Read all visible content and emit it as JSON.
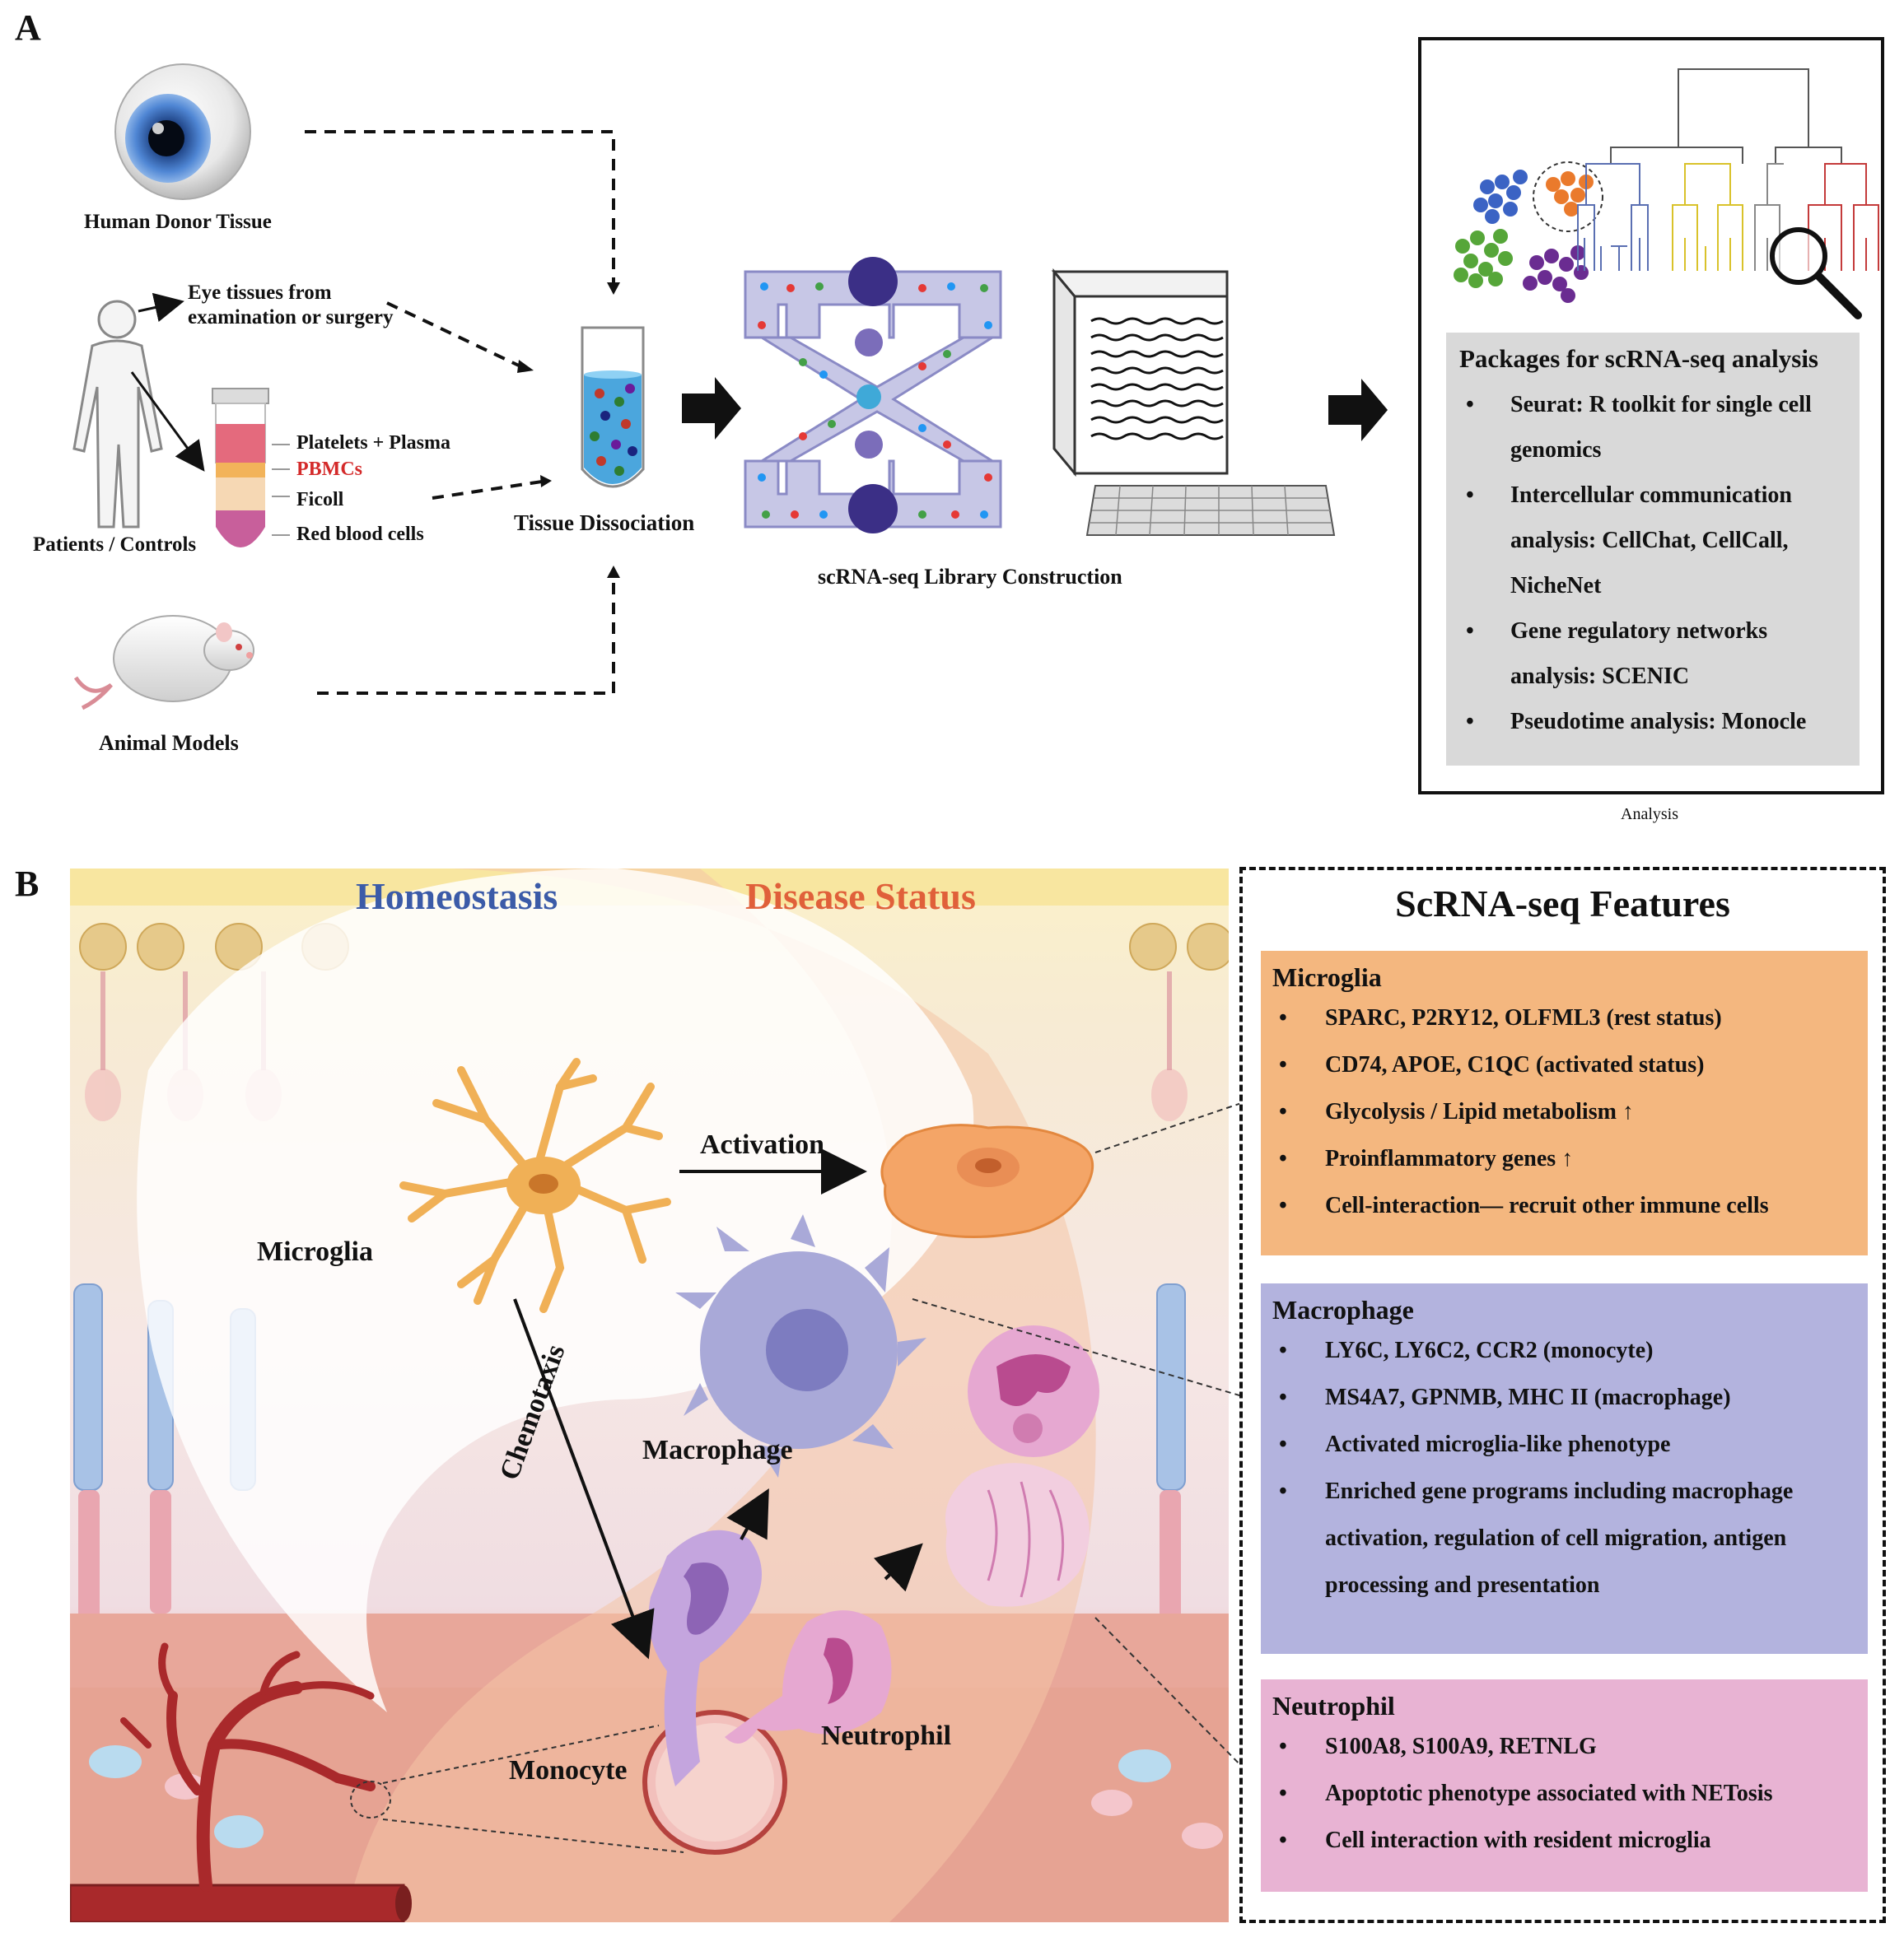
{
  "panelA": {
    "letter": "A",
    "sources": {
      "human_donor": "Human Donor Tissue",
      "eye_tissues_line1": "Eye tissues from",
      "eye_tissues_line2": "examination or surgery",
      "patients": "Patients / Controls",
      "animal_models": "Animal Models"
    },
    "blood_layers": [
      "Platelets + Plasma",
      "PBMCs",
      "Ficoll",
      "Red blood cells"
    ],
    "tissue_dissociation": "Tissue Dissociation",
    "library_construction": "scRNA-seq Library Construction",
    "analysis_caption": "Analysis",
    "packages": {
      "title": "Packages for scRNA-seq analysis",
      "items": [
        "Seurat: R toolkit for single cell genomics",
        "Intercellular communication analysis: CellChat, CellCall, NicheNet",
        "Gene regulatory networks analysis: SCENIC",
        "Pseudotime analysis: Monocle"
      ]
    }
  },
  "panelB": {
    "letter": "B",
    "homeostasis": "Homeostasis",
    "disease_status": "Disease Status",
    "cells": {
      "microglia": "Microglia",
      "activation": "Activation",
      "chemotaxis": "Chemotaxis",
      "macrophage": "Macrophage",
      "neutrophil": "Neutrophil",
      "monocyte": "Monocyte"
    },
    "features": {
      "title": "ScRNA-seq Features",
      "groups": [
        {
          "name": "Microglia",
          "color": "#f4b77f",
          "items": [
            "SPARC, P2RY12, OLFML3 (rest status)",
            "CD74, APOE, C1QC (activated status)",
            "Glycolysis / Lipid metabolism ↑",
            "Proinflammatory genes ↑",
            "Cell-interaction— recruit other immune cells"
          ]
        },
        {
          "name": "Macrophage",
          "color": "#b3b3de",
          "items": [
            "LY6C, LY6C2, CCR2 (monocyte)",
            "MS4A7, GPNMB, MHC II (macrophage)",
            "Activated microglia-like phenotype",
            "Enriched gene programs including macrophage activation, regulation of cell migration, antigen processing and presentation"
          ]
        },
        {
          "name": "Neutrophil",
          "color": "#e8b3d3",
          "items": [
            "S100A8, S100A9, RETNLG",
            "Apoptotic phenotype associated with NETosis",
            "Cell interaction with resident microglia"
          ]
        }
      ]
    }
  },
  "colors": {
    "homeostasis": "#3b5ba8",
    "disease": "#e0603a",
    "pbmc": "#d42a2a"
  }
}
